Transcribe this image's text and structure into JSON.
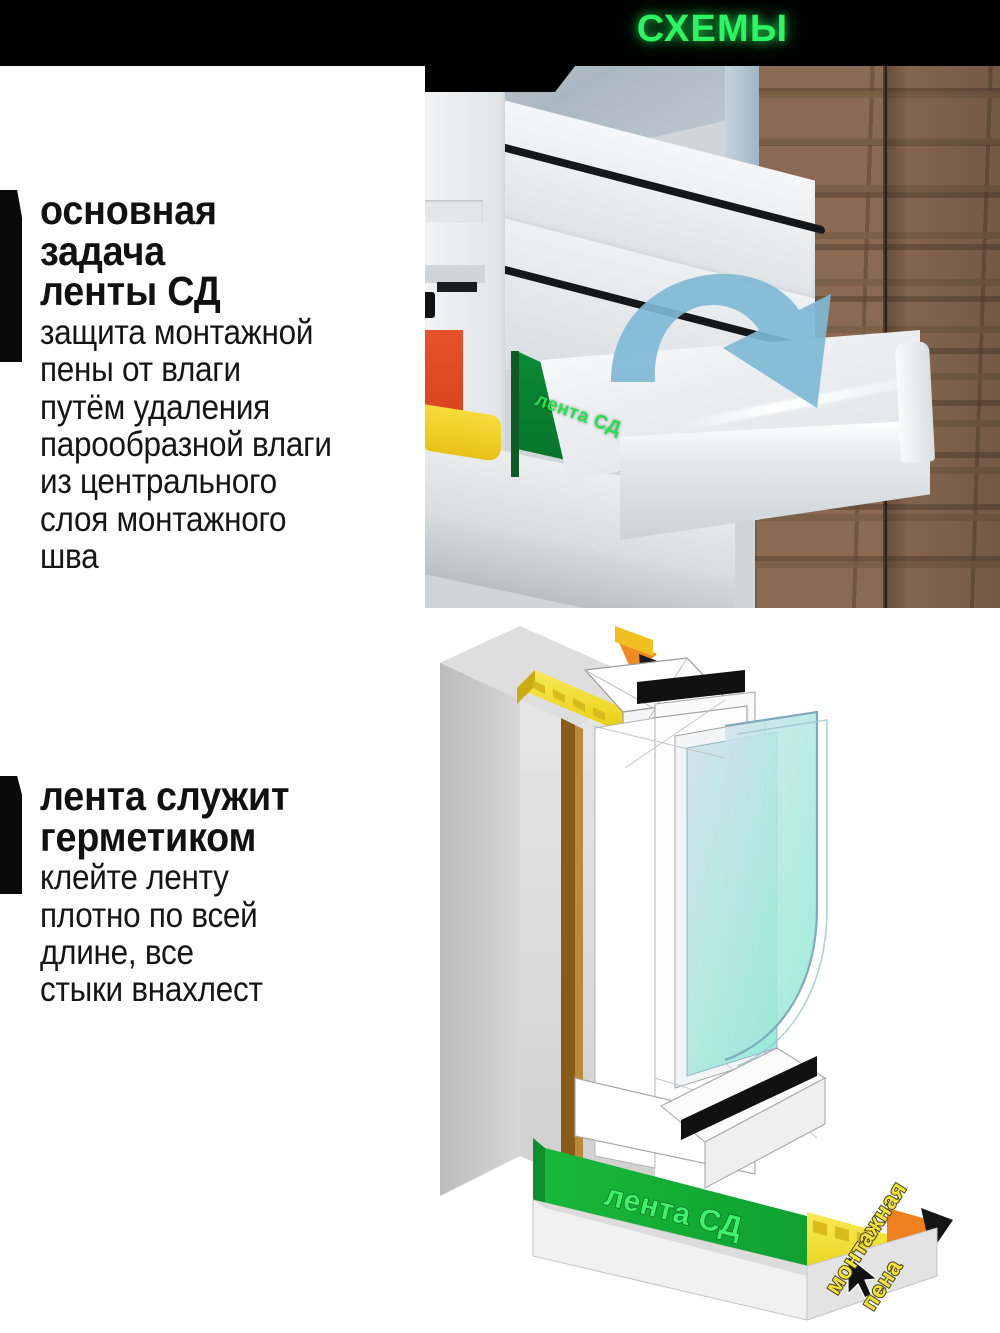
{
  "banner": {
    "title": "СХЕМЫ",
    "accent_color": "#2bf562",
    "background_color": "#000000"
  },
  "left_column": {
    "blocks": [
      {
        "marker": "black-bar",
        "heading": "основная\nзадача\nленты СД",
        "body": "защита монтажной\nпены от влаги\nпутём удаления\nпарообразной влаги\nиз центрального\nслоя монтажного\nшва"
      },
      {
        "marker": "black-bar",
        "heading": "лента служит\nгерметиком",
        "body": "клейте ленту\nплотно по всей\nдлине, все\nстыки внахлест"
      }
    ]
  },
  "top_photo": {
    "caption_tape": "лента СД",
    "tape_color": "#07762c",
    "tape_label_color": "#21e24a",
    "arrow_color": "#74b3d1",
    "wall_material": "brick",
    "sill_color": "#eef1f3"
  },
  "bottom_diagram": {
    "label_tape": "лента СД",
    "label_foam_line1": "монтажная",
    "label_foam_line2": "пена",
    "tape_color": "#18b33a",
    "tape_label_color": "#3ef06a",
    "foam_color": "#f2dd2a",
    "foam_label_color": "#f4e23c",
    "glass_color": "#9fe6d8",
    "wall_color": "#c9c9c9",
    "seal_color": "#8a5a18"
  }
}
